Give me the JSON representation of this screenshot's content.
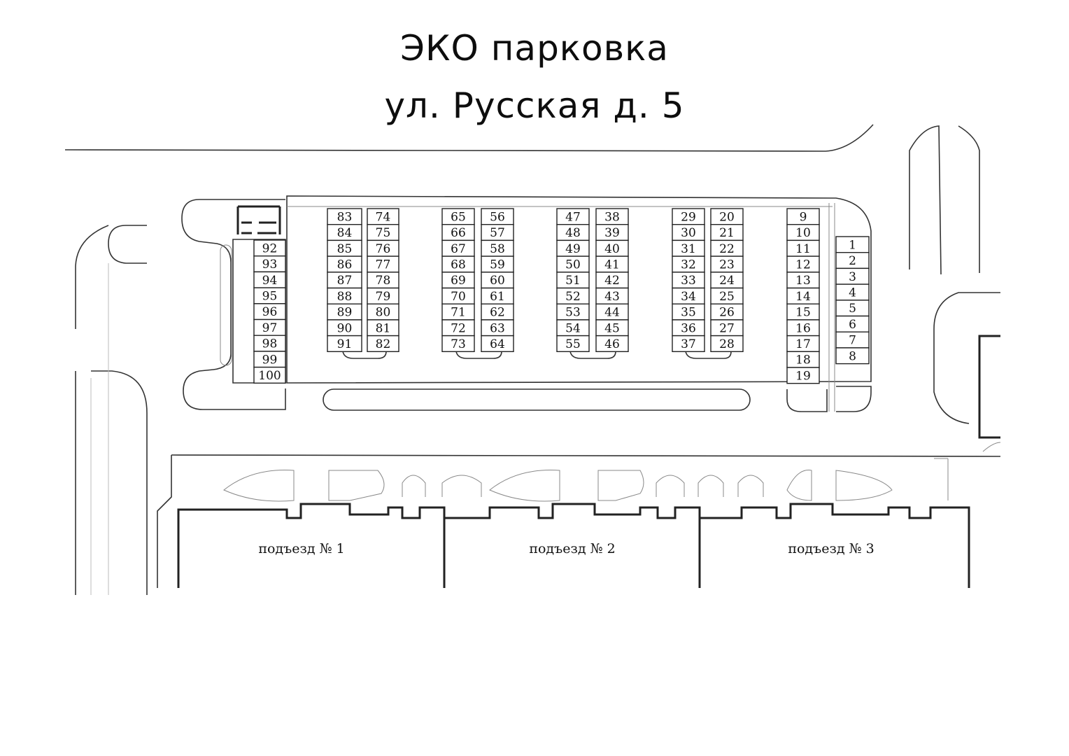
{
  "title": {
    "line1": "ЭКО парковка",
    "line2": "ул. Русская д. 5"
  },
  "entrances": [
    "подъезд № 1",
    "подъезд № 2",
    "подъезд № 3"
  ],
  "parking_columns": [
    {
      "id": "col-92-100",
      "slots": [
        "92",
        "93",
        "94",
        "95",
        "96",
        "97",
        "98",
        "99",
        "100"
      ]
    },
    {
      "id": "col-83-91",
      "slots": [
        "83",
        "84",
        "85",
        "86",
        "87",
        "88",
        "89",
        "90",
        "91"
      ]
    },
    {
      "id": "col-74-82",
      "slots": [
        "74",
        "75",
        "76",
        "77",
        "78",
        "79",
        "80",
        "81",
        "82"
      ]
    },
    {
      "id": "col-65-73",
      "slots": [
        "65",
        "66",
        "67",
        "68",
        "69",
        "70",
        "71",
        "72",
        "73"
      ]
    },
    {
      "id": "col-56-64",
      "slots": [
        "56",
        "57",
        "58",
        "59",
        "60",
        "61",
        "62",
        "63",
        "64"
      ]
    },
    {
      "id": "col-47-55",
      "slots": [
        "47",
        "48",
        "49",
        "50",
        "51",
        "52",
        "53",
        "54",
        "55"
      ]
    },
    {
      "id": "col-38-46",
      "slots": [
        "38",
        "39",
        "40",
        "41",
        "42",
        "43",
        "44",
        "45",
        "46"
      ]
    },
    {
      "id": "col-29-37",
      "slots": [
        "29",
        "30",
        "31",
        "32",
        "33",
        "34",
        "35",
        "36",
        "37"
      ]
    },
    {
      "id": "col-20-28",
      "slots": [
        "20",
        "21",
        "22",
        "23",
        "24",
        "25",
        "26",
        "27",
        "28"
      ]
    },
    {
      "id": "col-9-19",
      "slots": [
        "9",
        "10",
        "11",
        "12",
        "13",
        "14",
        "15",
        "16",
        "17",
        "18",
        "19"
      ]
    },
    {
      "id": "col-1-8",
      "slots": [
        "1",
        "2",
        "3",
        "4",
        "5",
        "6",
        "7",
        "8"
      ]
    }
  ]
}
